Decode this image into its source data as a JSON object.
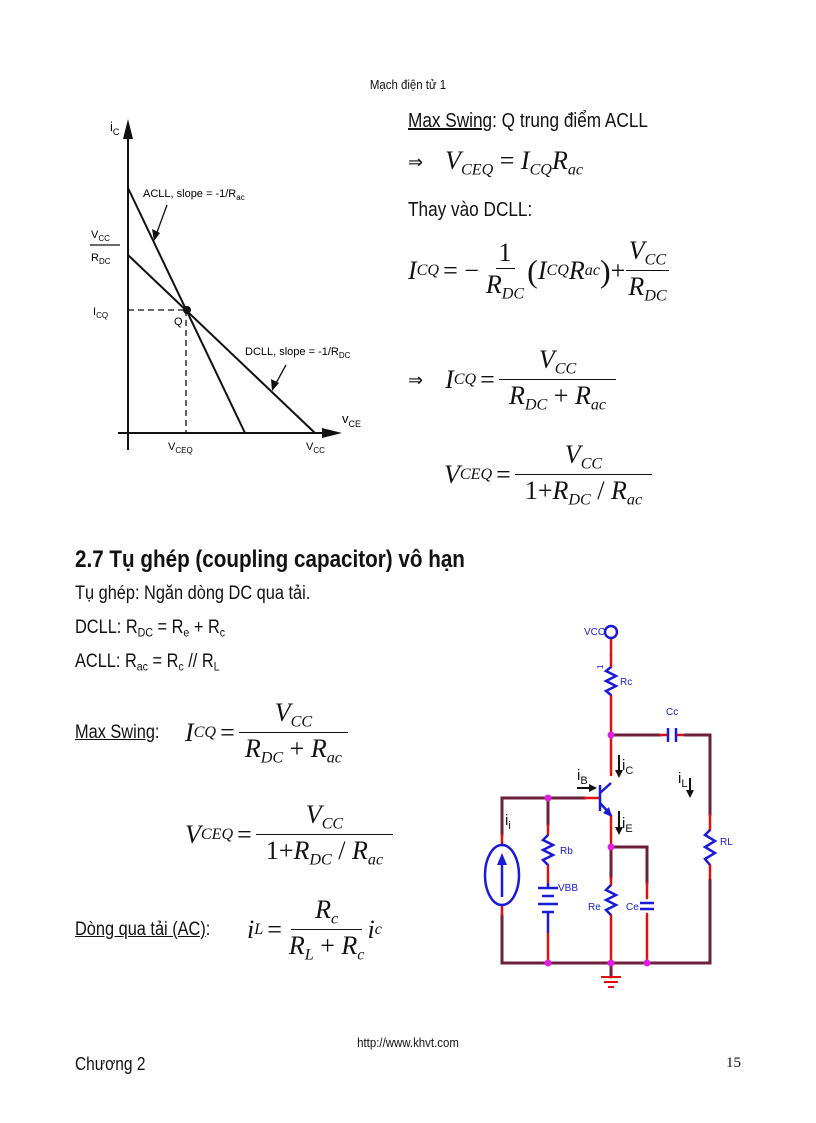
{
  "header": {
    "title": "Mạch điện tử 1"
  },
  "graph": {
    "y_axis_label": "i",
    "y_axis_sub": "C",
    "x_axis_label": "v",
    "x_axis_sub": "CE",
    "acll_label": "ACLL, slope = -1/R",
    "acll_sub": "ac",
    "dcll_label": "DCLL, slope = -1/R",
    "dcll_sub": "DC",
    "y_intercept_num": "V",
    "y_intercept_num_sub": "CC",
    "y_intercept_den": "R",
    "y_intercept_den_sub": "DC",
    "icq_label": "I",
    "icq_sub": "CQ",
    "q_label": "Q",
    "vceq_label": "V",
    "vceq_sub": "CEQ",
    "vcc_label": "V",
    "vcc_sub": "CC"
  },
  "right_block": {
    "max_swing_label": "Max Swing",
    "max_swing_text": ": Q trung điểm ACLL",
    "implies": "⇒",
    "eq1": {
      "lhs": "V",
      "lhs_sub": "CEQ",
      "op": "=",
      "r1": "I",
      "r1_sub": "CQ",
      "r2": "R",
      "r2_sub": "ac"
    },
    "substitute_text": "Thay vào DCLL:",
    "eq2": {
      "lhs": "I",
      "lhs_sub": "CQ",
      "op": "= −",
      "f1_num": "1",
      "f1_den": "R",
      "f1_den_sub": "DC",
      "paren_a": "I",
      "paren_a_sub": "CQ",
      "paren_b": "R",
      "paren_b_sub": "ac",
      "plus": "+",
      "f2_num": "V",
      "f2_num_sub": "CC",
      "f2_den": "R",
      "f2_den_sub": "DC"
    },
    "eq3": {
      "lhs": "I",
      "lhs_sub": "CQ",
      "op": "=",
      "num": "V",
      "num_sub": "CC",
      "den_a": "R",
      "den_a_sub": "DC",
      "den_op": "+",
      "den_b": "R",
      "den_b_sub": "ac"
    },
    "eq4": {
      "lhs": "V",
      "lhs_sub": "CEQ",
      "op": "=",
      "num": "V",
      "num_sub": "CC",
      "den_one": "1",
      "den_op": "+",
      "den_a": "R",
      "den_a_sub": "DC",
      "den_slash": "/",
      "den_b": "R",
      "den_b_sub": "ac"
    }
  },
  "section": {
    "heading": "2.7 Tụ ghép (coupling capacitor) vô hạn",
    "line1": "Tụ ghép: Ngăn dòng DC qua tải.",
    "line2": {
      "prefix": "DCLL: R",
      "sub1": "DC",
      "mid": " = R",
      "sub2": "e",
      "plus": " + R",
      "sub3": "c"
    },
    "line3": {
      "prefix": "ACLL: R",
      "sub1": "ac",
      "mid": " = R",
      "sub2": "c",
      "par": " // R",
      "sub3": "L"
    },
    "max_swing": {
      "label": "Max Swing",
      "colon": ":",
      "eq_icq": {
        "lhs": "I",
        "lhs_sub": "CQ",
        "op": "=",
        "num": "V",
        "num_sub": "CC",
        "den_a": "R",
        "den_a_sub": "DC",
        "den_op": "+",
        "den_b": "R",
        "den_b_sub": "ac"
      },
      "eq_vceq": {
        "lhs": "V",
        "lhs_sub": "CEQ",
        "op": "=",
        "num": "V",
        "num_sub": "CC",
        "den_one": "1",
        "den_op": "+",
        "den_a": "R",
        "den_a_sub": "DC",
        "den_slash": "/",
        "den_b": "R",
        "den_b_sub": "ac"
      }
    },
    "load_current": {
      "label": "Dòng qua tải (AC)",
      "colon": ":",
      "lhs": "i",
      "lhs_sub": "L",
      "op": "=",
      "num": "R",
      "num_sub": "c",
      "den_a": "R",
      "den_a_sub": "L",
      "den_op": "+",
      "den_b": "R",
      "den_b_sub": "c",
      "tail": "i",
      "tail_sub": "c"
    }
  },
  "circuit": {
    "vcc": "VCC",
    "pin": "1",
    "rc": "Rc",
    "cc": "Cc",
    "ib": "i",
    "ib_sub": "B",
    "ic": "i",
    "ic_sub": "C",
    "ie": "i",
    "ie_sub": "E",
    "il": "i",
    "il_sub": "L",
    "ii": "i",
    "ii_sub": "i",
    "rb": "Rb",
    "vbb": "VBB",
    "re": "Re",
    "ce": "Ce",
    "rl": "RL",
    "colors": {
      "wire": "#6e1f3c",
      "component": "#1a1adb",
      "lead": "#e01010",
      "node": "#e01ee0"
    }
  },
  "footer": {
    "chapter": "Chương 2",
    "url": "http://www.khvt.com",
    "page": "15"
  }
}
